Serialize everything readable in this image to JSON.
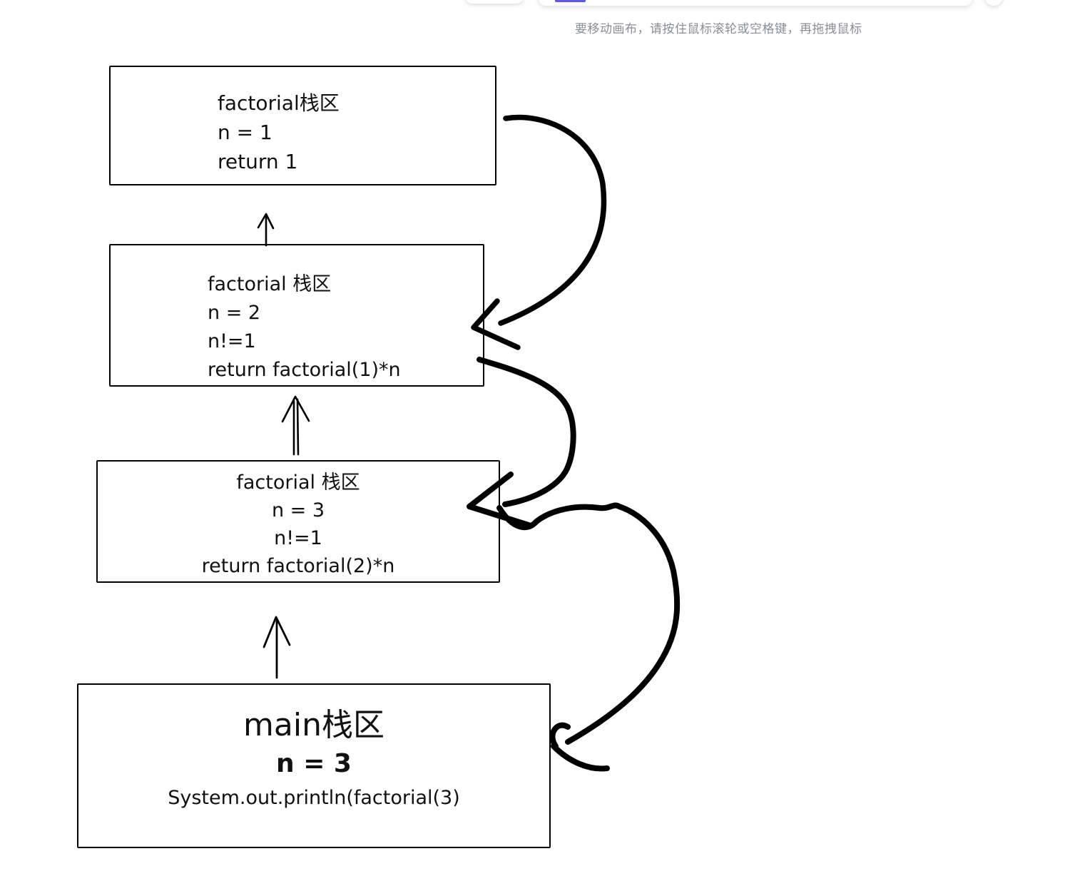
{
  "app": {
    "canvas_hint": "要移动画布，请按住鼠标滚轮或空格键，再拖拽鼠标",
    "accent_color": "#5f5ad8"
  },
  "diagram": {
    "stroke_color": "#000000",
    "frames": {
      "f1": {
        "title": "factorial栈区",
        "line1": "n = 1",
        "line2": "return 1"
      },
      "f2": {
        "title": "factorial 栈区",
        "line1": "n = 2",
        "line2": "n!=1",
        "line3": "return factorial(1)*n"
      },
      "f3": {
        "title": "factorial 栈区",
        "line1": "n = 3",
        "line2": "n!=1",
        "line3": "return factorial(2)*n"
      },
      "main": {
        "title": "main栈区",
        "line1": "n = 3",
        "line2": "System.out.println(factorial(3)"
      }
    },
    "arrows": [
      {
        "name": "call-arrow-f2-to-f1",
        "type": "thin-up-arrow"
      },
      {
        "name": "call-arrow-f3-to-f2",
        "type": "double-shaft-up-arrow"
      },
      {
        "name": "call-arrow-main-to-f3",
        "type": "thin-up-arrow"
      },
      {
        "name": "return-arrow-f1-to-f2",
        "type": "thick-curved-arrow"
      },
      {
        "name": "return-arrow-f2-to-f3",
        "type": "thick-curved-arrow"
      },
      {
        "name": "return-arrow-f3-to-main",
        "type": "thick-curved-arrow"
      }
    ]
  }
}
